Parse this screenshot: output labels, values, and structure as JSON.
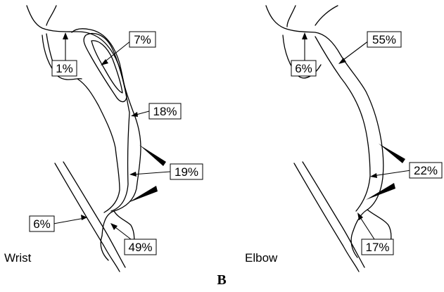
{
  "panel_label": "B",
  "diagrams": [
    {
      "label": "Wrist",
      "annotations": [
        "1%",
        "7%",
        "18%",
        "19%",
        "49%",
        "6%"
      ]
    },
    {
      "label": "Elbow",
      "annotations": [
        "6%",
        "55%",
        "22%",
        "17%"
      ]
    }
  ]
}
